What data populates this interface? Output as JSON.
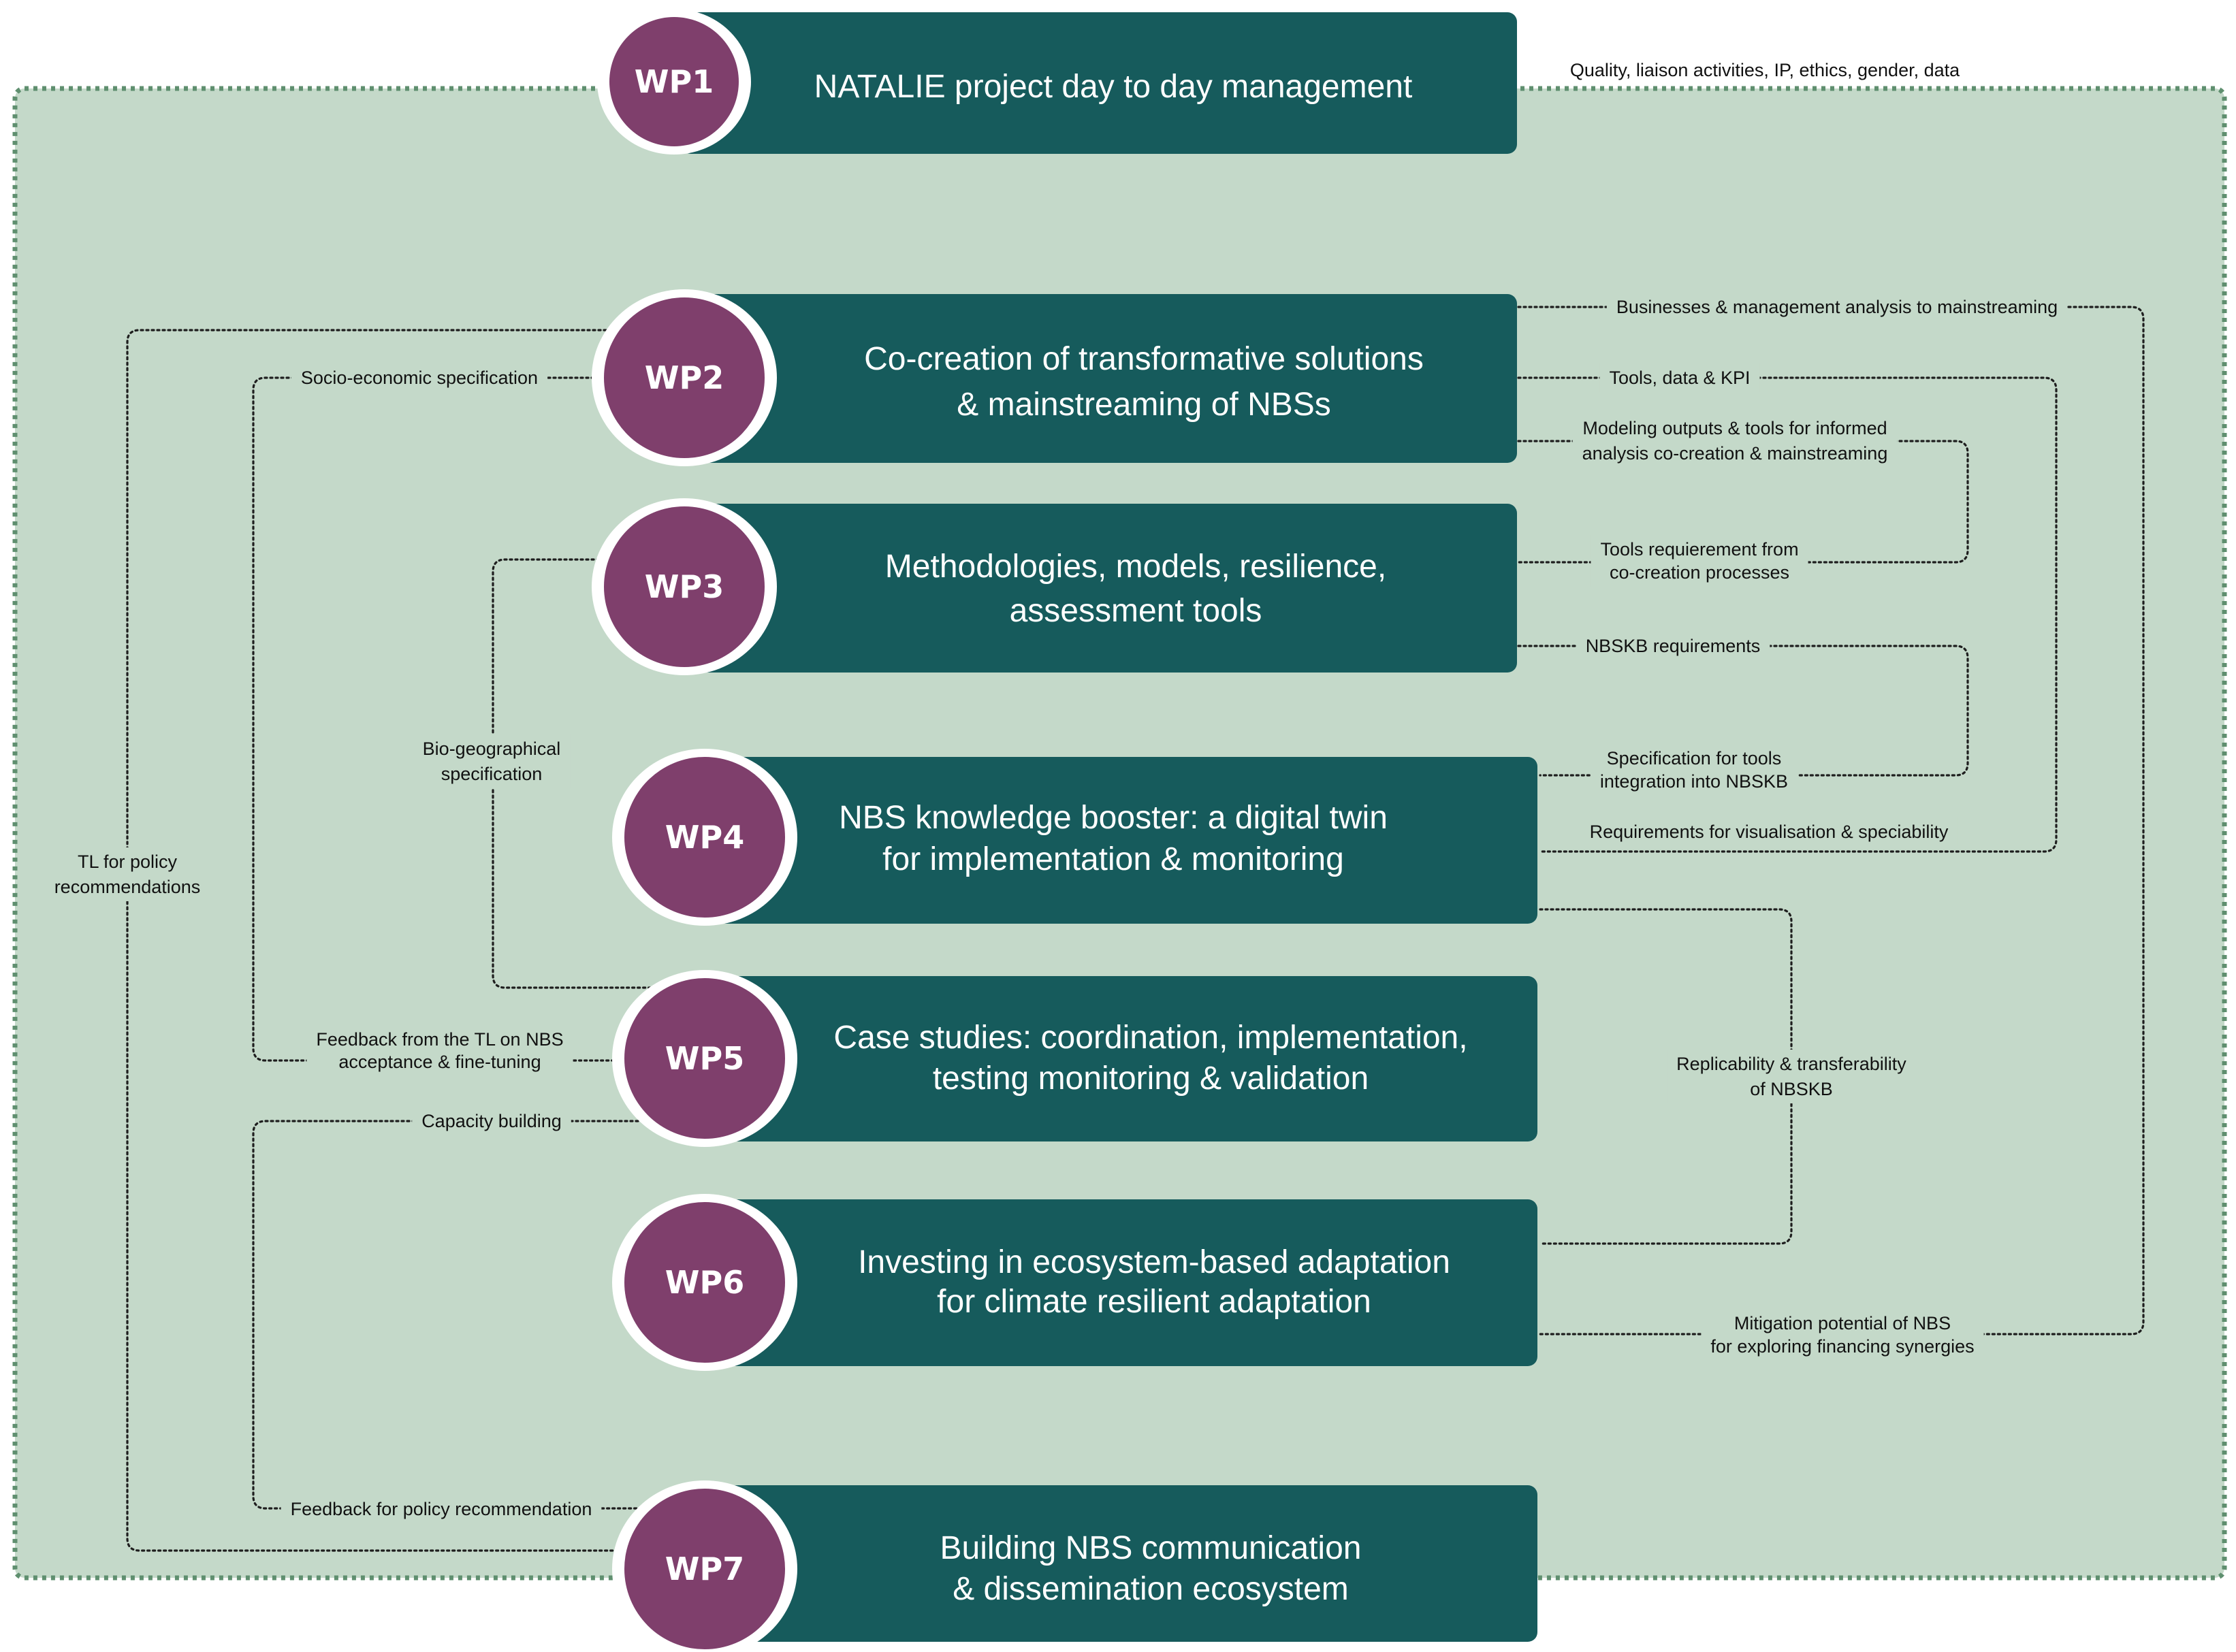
{
  "colors": {
    "frame_fill": "#c4d9c9",
    "frame_border": "#5f8f6f",
    "box": "#165b5c",
    "badge": "#7f3f6c",
    "badge_ring": "#ffffff"
  },
  "work_packages": [
    {
      "id": "WP1",
      "title_lines": [
        "NATALIE project day to day management"
      ]
    },
    {
      "id": "WP2",
      "title_lines": [
        "Co-creation of transformative solutions",
        "& mainstreaming of NBSs"
      ]
    },
    {
      "id": "WP3",
      "title_lines": [
        "Methodologies, models, resilience,",
        "assessment tools"
      ]
    },
    {
      "id": "WP4",
      "title_lines": [
        "NBS knowledge booster: a digital twin",
        "for implementation & monitoring"
      ]
    },
    {
      "id": "WP5",
      "title_lines": [
        "Case studies: coordination, implementation,",
        "testing monitoring & validation"
      ]
    },
    {
      "id": "WP6",
      "title_lines": [
        "Investing in ecosystem-based adaptation",
        "for climate resilient adaptation"
      ]
    },
    {
      "id": "WP7",
      "title_lines": [
        "Building NBS communication",
        "& dissemination ecosystem"
      ]
    }
  ],
  "connections": {
    "quality": [
      "Quality, liaison activities, IP, ethics, gender, data"
    ],
    "tl_policy": [
      "TL for policy",
      "recommendations"
    ],
    "socio_economic": [
      "Socio-economic specification"
    ],
    "bio_geo": [
      "Bio-geographical",
      "specification"
    ],
    "feedback_tl": [
      "Feedback from the TL on NBS",
      "acceptance  & fine-tuning"
    ],
    "capacity": [
      "Capacity building"
    ],
    "feedback_policy": [
      "Feedback for policy recommendation"
    ],
    "business": [
      "Businesses & management analysis to mainstreaming"
    ],
    "tools_kpi": [
      "Tools, data & KPI"
    ],
    "modeling": [
      "Modeling outputs & tools for informed",
      "analysis co-creation & mainstreaming"
    ],
    "tools_req": [
      "Tools requierement from",
      "co-creation processes"
    ],
    "nbskb_req": [
      "NBSKB requirements"
    ],
    "spec_tools": [
      "Specification for tools",
      "integration into NBSKB"
    ],
    "req_vis": [
      "Requirements for visualisation & speciability"
    ],
    "replicability": [
      "Replicability & transferability",
      "of NBSKB"
    ],
    "mitigation": [
      "Mitigation potential of NBS",
      "for exploring financing synergies"
    ]
  }
}
